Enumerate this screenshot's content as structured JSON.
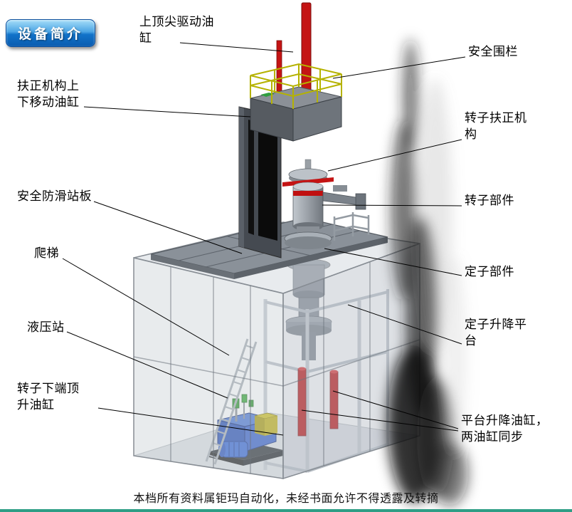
{
  "badge": {
    "label": "设备简介"
  },
  "labels": {
    "top_drive_cylinder": "上顶尖驱动油缸",
    "safety_fence": "安全围栏",
    "centering_move_cylinder": "扶正机构上下移动油缸",
    "rotor_centering_mechanism": "转子扶正机构",
    "anti_slip_platform": "安全防滑站板",
    "rotor_part": "转子部件",
    "ladder": "爬梯",
    "stator_part": "定子部件",
    "hydraulic_station": "液压站",
    "stator_lift_platform": "定子升降平台",
    "rotor_bottom_jack_cylinder": "转子下端顶升油缸",
    "platform_lift_cylinders": "平台升降油缸，两油缸同步"
  },
  "footer": {
    "text": "本档所有资料属钜玛自动化，未经书面允许不得透露及转摘"
  },
  "colors": {
    "badge_blue": "#1273c9",
    "machine_red": "#c41414",
    "railing_yellow": "#b5b200",
    "hydraulic_blue": "#2a52b8",
    "footer_line_teal": "#2f9e86"
  }
}
